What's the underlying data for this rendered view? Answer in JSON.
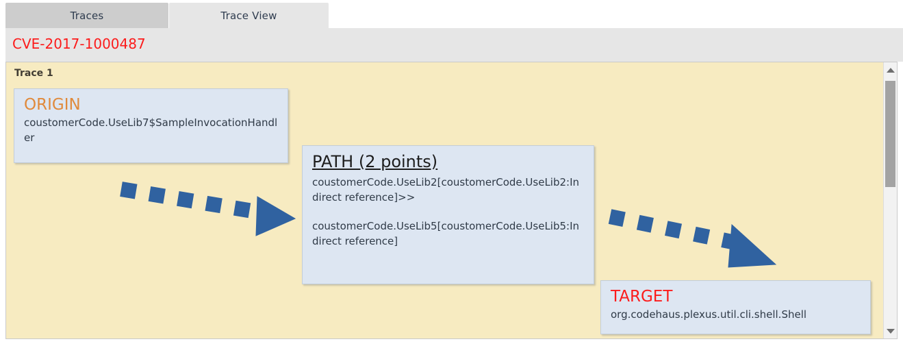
{
  "tabs": [
    {
      "label": "Traces",
      "selected": false
    },
    {
      "label": "Trace View",
      "selected": true
    }
  ],
  "header": {
    "cve_id": "CVE-2017-1000487",
    "cve_color": "#fc1b1b"
  },
  "canvas": {
    "background_color": "#f7ebc1",
    "trace_label": "Trace 1"
  },
  "nodes": {
    "origin": {
      "title": "ORIGIN",
      "title_color": "#e08a3c",
      "body": "coustomerCode.UseLib7$SampleInvocationHandler"
    },
    "path": {
      "title": "PATH (2 points)",
      "title_color": "#1d1d1d",
      "entries": [
        "coustomerCode.UseLib2[coustomerCode.UseLib2:Indirect reference]>>",
        "coustomerCode.UseLib5[coustomerCode.UseLib5:Indirect reference]"
      ]
    },
    "target": {
      "title": "TARGET",
      "title_color": "#fc1b1b",
      "body": "org.codehaus.plexus.util.cli.shell.Shell"
    }
  },
  "arrows": {
    "color": "#3062a0",
    "origin_to_path": "dashed-arrow",
    "path_to_target": "dashed-arrow"
  },
  "scrollbar": {
    "up_icon": "triangle-up-icon",
    "down_icon": "triangle-down-icon",
    "thumb_color": "#a3a3a3"
  }
}
